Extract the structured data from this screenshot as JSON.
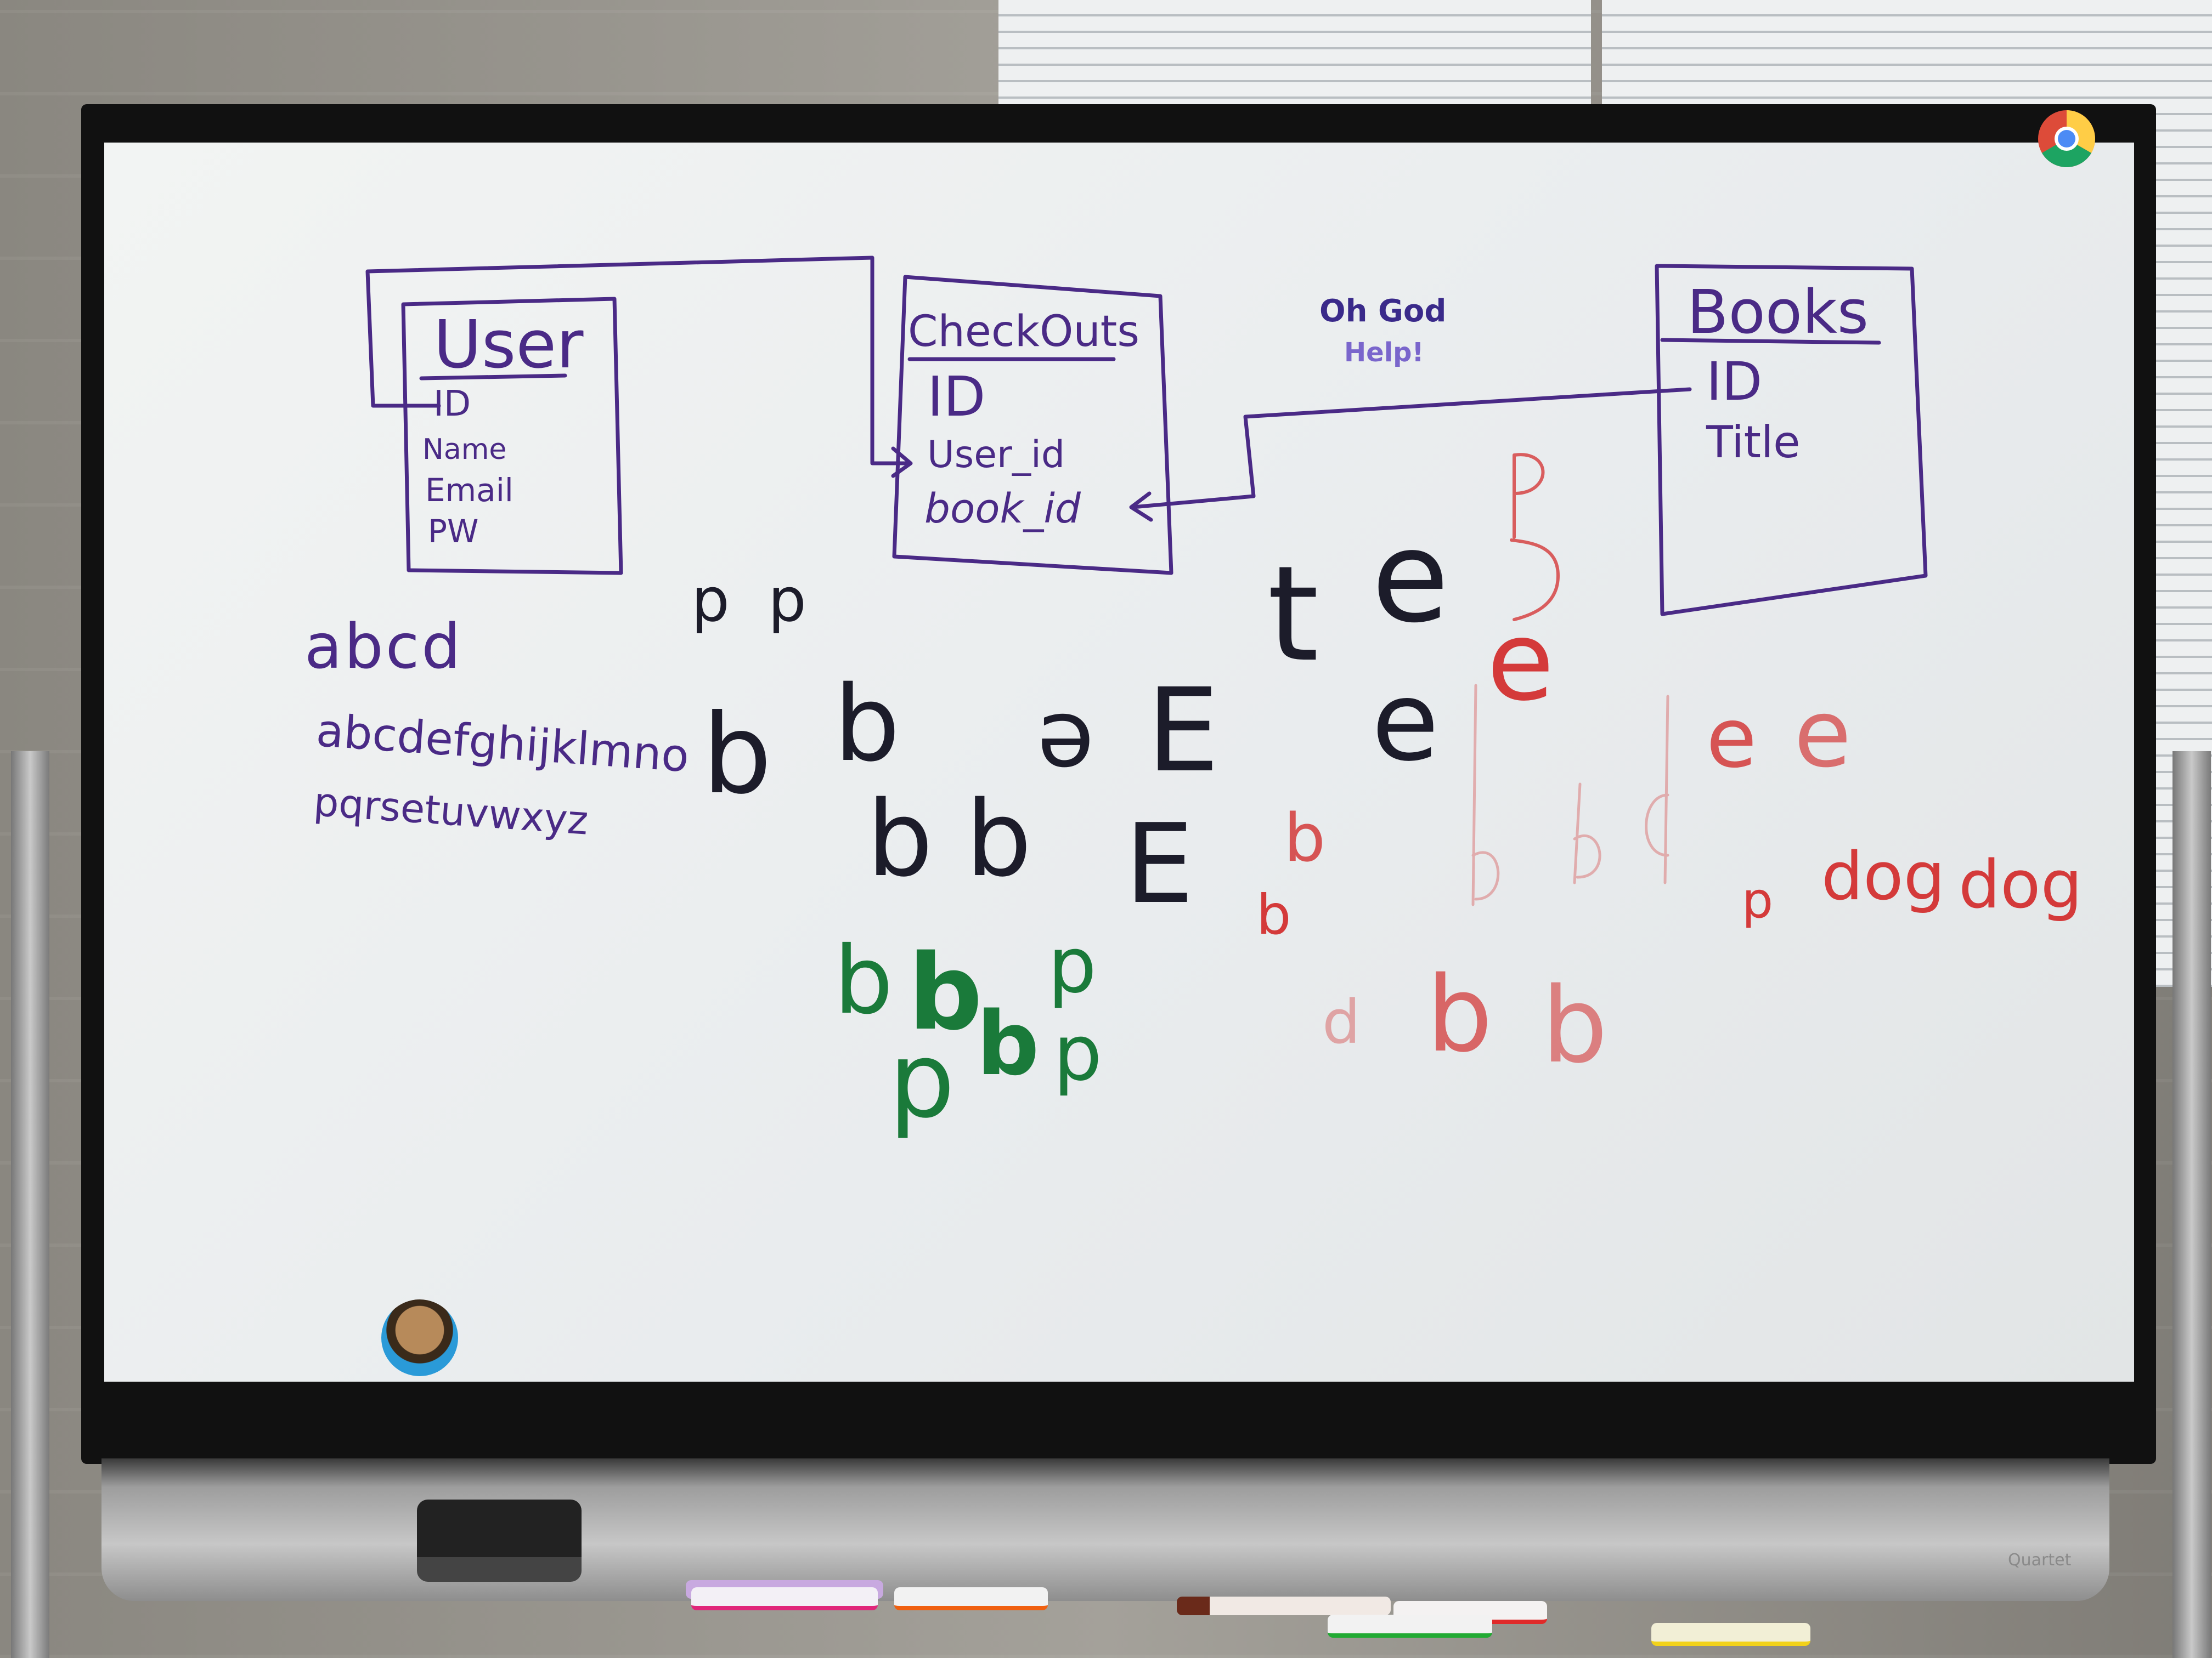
{
  "board": {
    "user_title": "User",
    "user_fields": [
      "ID",
      "Name",
      "Email",
      "PW"
    ],
    "checkouts_title": "CheckOuts",
    "checkouts_fields": [
      "ID",
      "User_id",
      "book_id"
    ],
    "books_title": "Books",
    "books_fields": [
      "ID",
      "Title"
    ],
    "note_line1": "Oh God",
    "note_line2": "Help!",
    "alphabet_short": "abcd",
    "alphabet_line1": "abcdefghijklmno",
    "alphabet_line2": "pqrsetuvwxyz",
    "red_word1": "dog",
    "red_word2": "dog"
  },
  "colors": {
    "purple_ink": "#4a2a86",
    "black_ink": "#1c1c2a",
    "red_ink": "#d43a3a",
    "green_ink": "#1a7a3a"
  },
  "tray_brand": "Quartet"
}
